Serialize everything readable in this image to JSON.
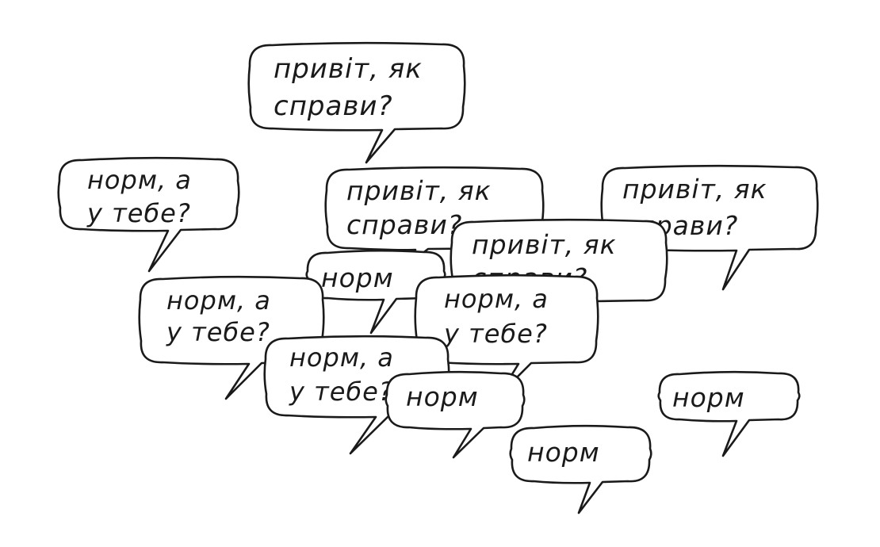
{
  "illustration": {
    "ink_color": "#1a1a1a",
    "paper_color": "#ffffff",
    "bubbles": [
      {
        "id": "greeting-1",
        "lines": [
          "привіт, як",
          "справи?"
        ]
      },
      {
        "id": "reply-question-1",
        "lines": [
          "норм, а",
          "у тебе?"
        ]
      },
      {
        "id": "greeting-2",
        "lines": [
          "привіт, як",
          "справи?"
        ]
      },
      {
        "id": "greeting-3",
        "lines": [
          "привіт, як",
          "справи?"
        ]
      },
      {
        "id": "greeting-4",
        "lines": [
          "привіт, як",
          "справи?"
        ]
      },
      {
        "id": "reply-short-1",
        "lines": [
          "норм"
        ]
      },
      {
        "id": "reply-question-2",
        "lines": [
          "норм, а",
          "у тебе?"
        ]
      },
      {
        "id": "reply-question-3",
        "lines": [
          "норм, а",
          "у тебе?"
        ]
      },
      {
        "id": "reply-question-4",
        "lines": [
          "норм, а",
          "у тебе?"
        ]
      },
      {
        "id": "reply-short-2",
        "lines": [
          "норм"
        ]
      },
      {
        "id": "reply-short-3",
        "lines": [
          "норм"
        ]
      },
      {
        "id": "reply-short-4",
        "lines": [
          "норм"
        ]
      }
    ]
  }
}
